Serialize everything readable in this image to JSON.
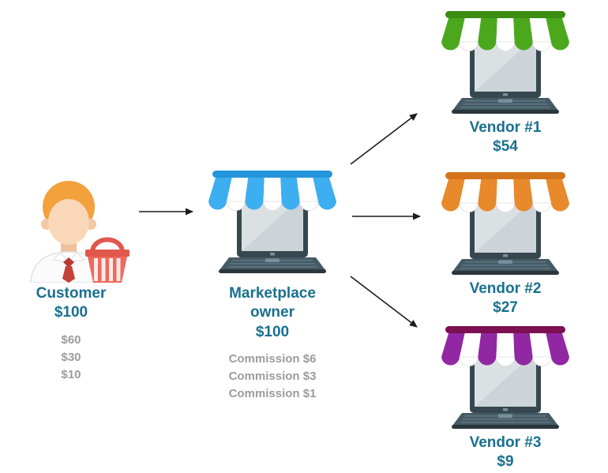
{
  "colors": {
    "heading": "#19708e",
    "muted": "#9c9c9c"
  },
  "customer": {
    "label": "Customer",
    "amount": "$100",
    "payments": [
      "$60",
      "$30",
      "$10"
    ]
  },
  "marketplace": {
    "label_line1": "Marketplace",
    "label_line2": "owner",
    "amount": "$100",
    "commissions": [
      "Commission $6",
      "Commission $3",
      "Commission $1"
    ],
    "awning_color": "#3daef0",
    "awning_dark": "#2495da"
  },
  "vendors": [
    {
      "label": "Vendor #1",
      "amount": "$54",
      "awning_color": "#4ba81d",
      "awning_dark": "#3a8c12"
    },
    {
      "label": "Vendor #2",
      "amount": "$27",
      "awning_color": "#e8892b",
      "awning_dark": "#d4731a"
    },
    {
      "label": "Vendor #3",
      "amount": "$9",
      "awning_color": "#9127a3",
      "awning_dark": "#7c1053"
    }
  ]
}
